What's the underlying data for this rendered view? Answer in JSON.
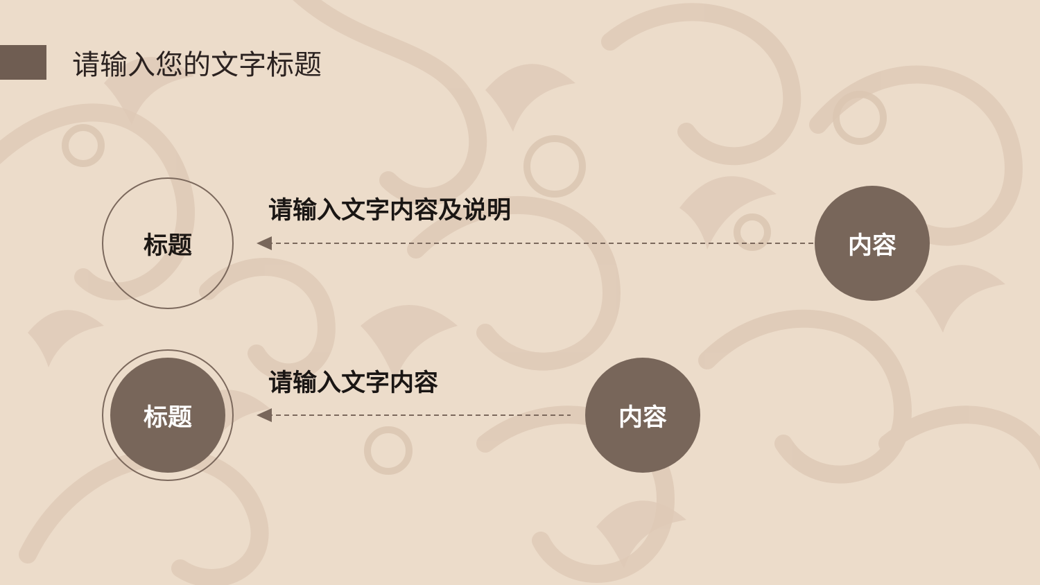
{
  "slide": {
    "title": "请输入您的文字标题"
  },
  "items": [
    {
      "label": "标题",
      "caption": "请输入文字内容及说明",
      "target": "内容"
    },
    {
      "label": "标题",
      "caption": "请输入文字内容",
      "target": "内容"
    }
  ],
  "colors": {
    "background": "#ecdcca",
    "pattern": "#dfc9b6",
    "accent": "#78665a",
    "text": "#1a1614"
  },
  "icons": {
    "arrow": "arrowhead-left-icon",
    "decoration": "damask-swirl-pattern"
  }
}
